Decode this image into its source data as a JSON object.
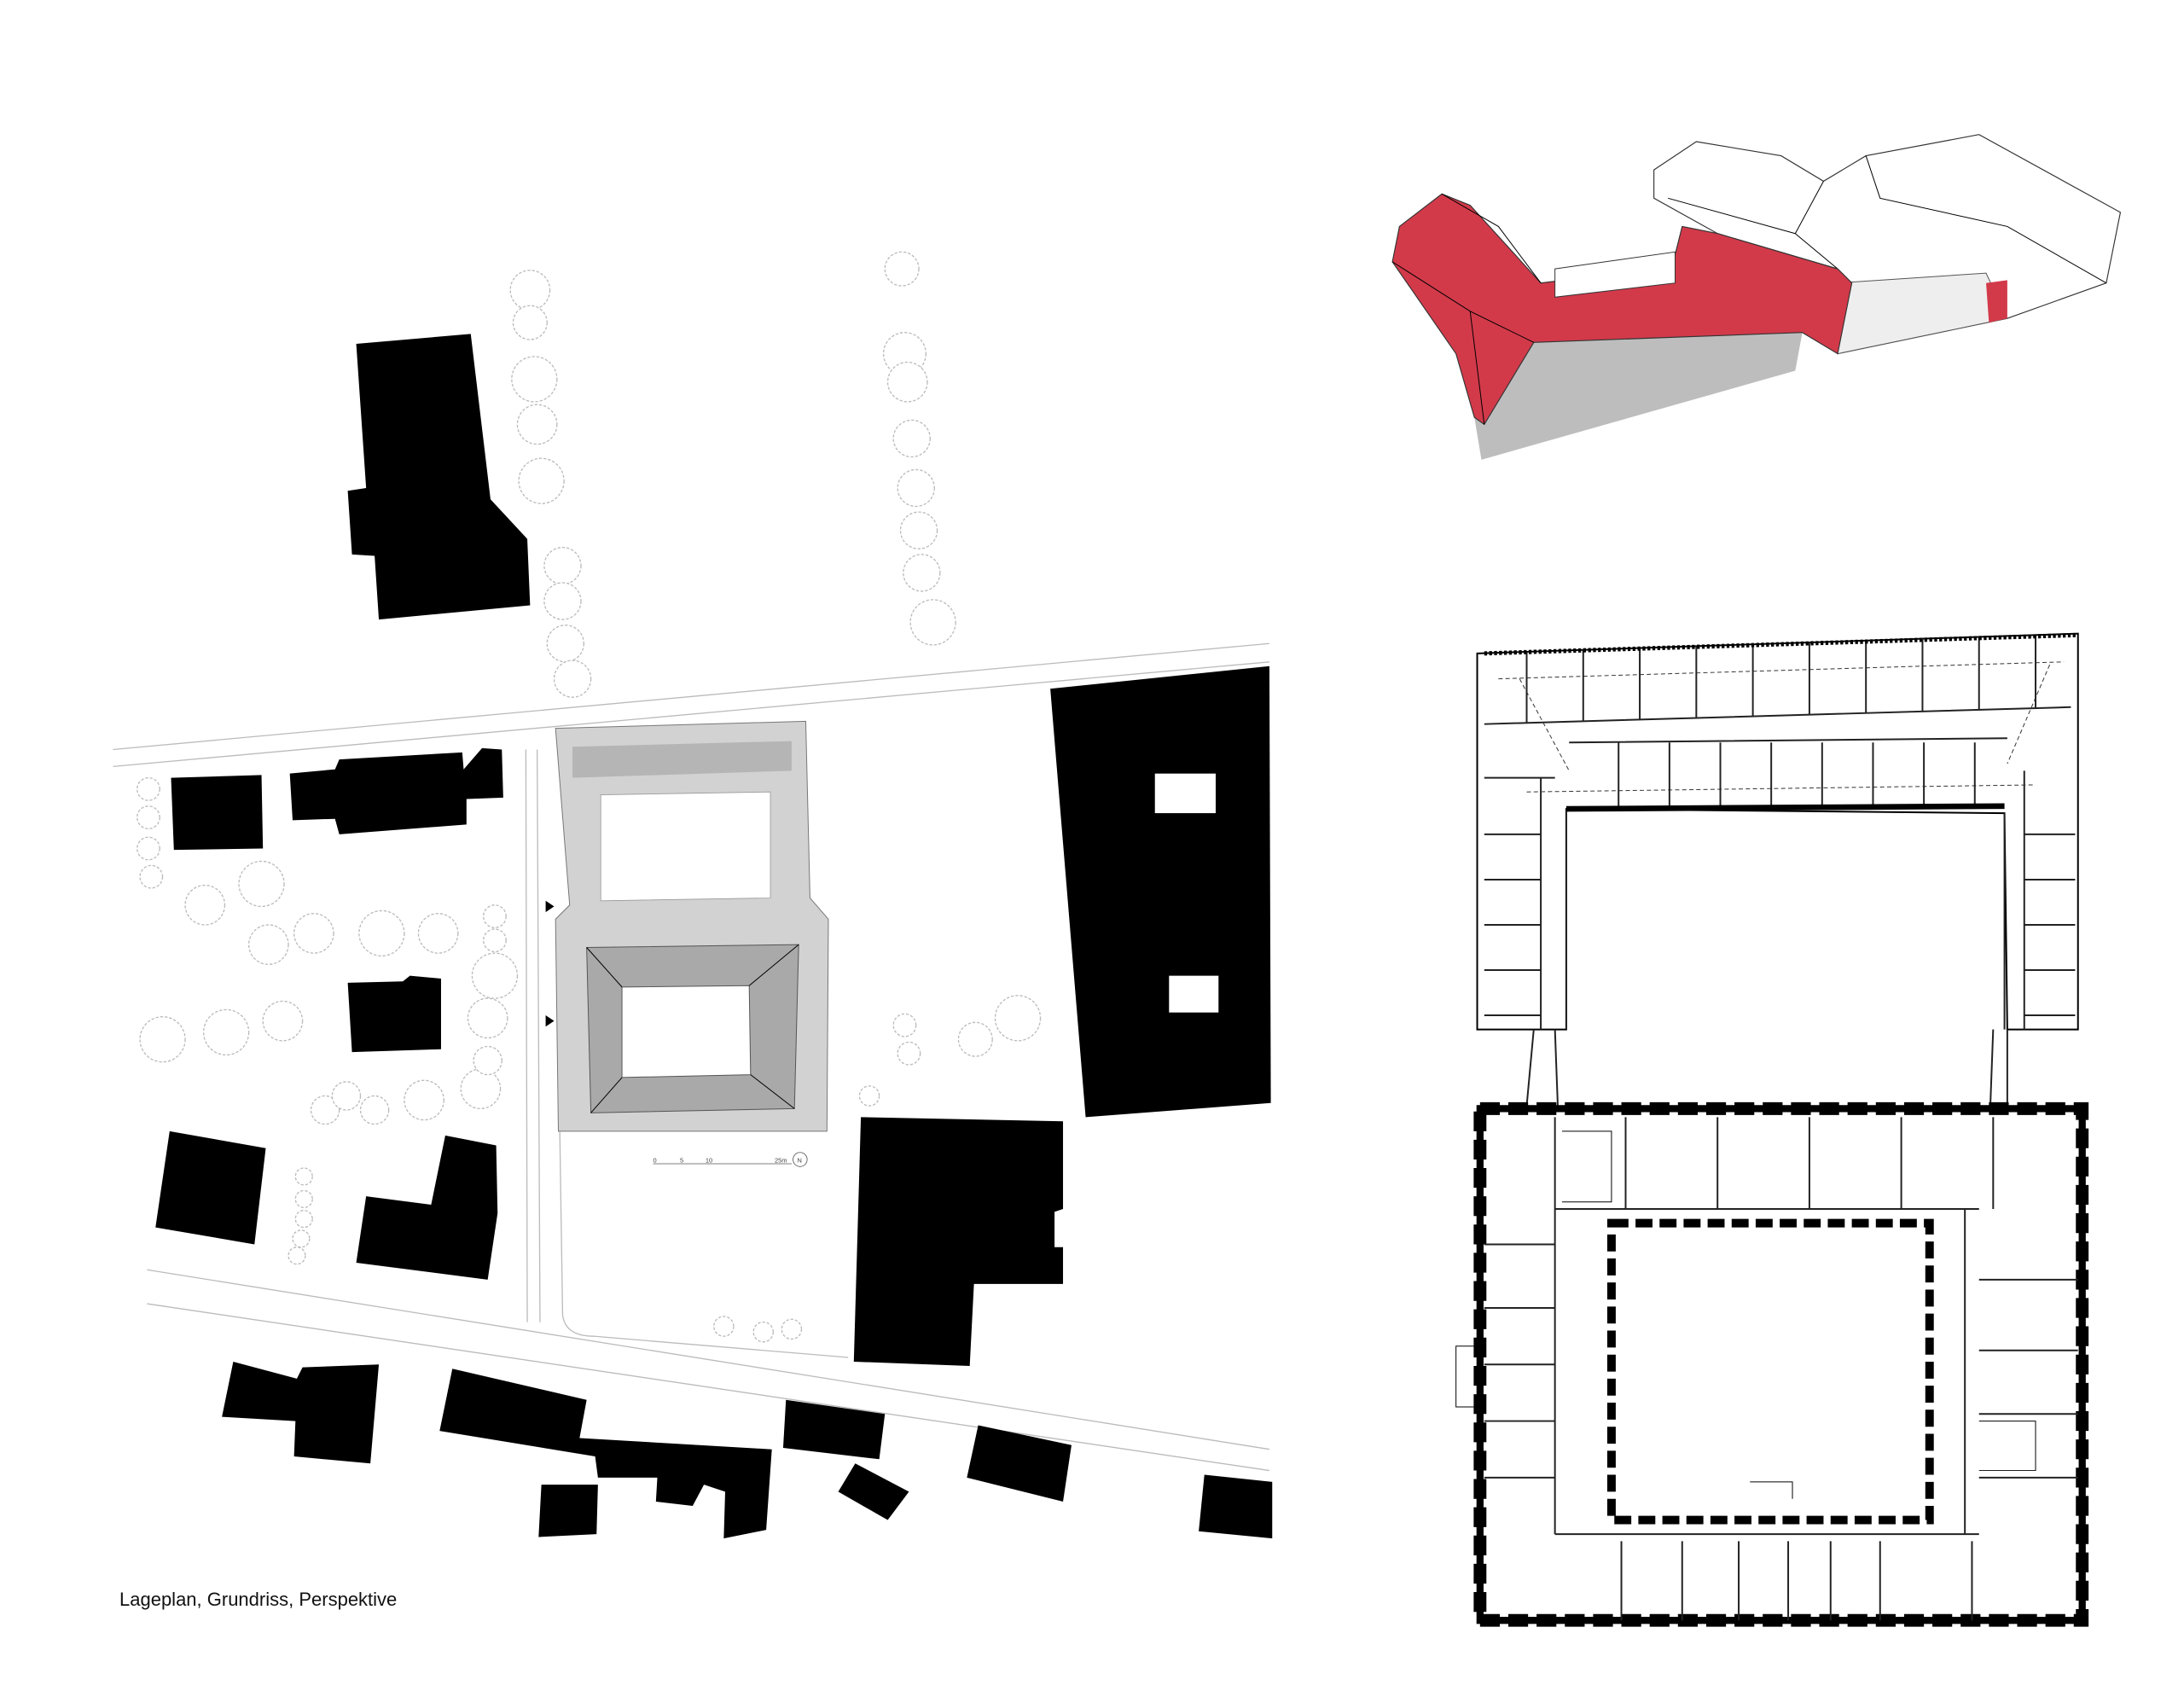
{
  "caption": "Lageplan, Grundriss, Perspektive",
  "scale_bar": {
    "labels": [
      "0",
      "5",
      "10",
      "25m"
    ],
    "north": "N"
  },
  "colors": {
    "highlight": "#d23a4a",
    "building": "#000000",
    "project": "#c9c9c9"
  }
}
